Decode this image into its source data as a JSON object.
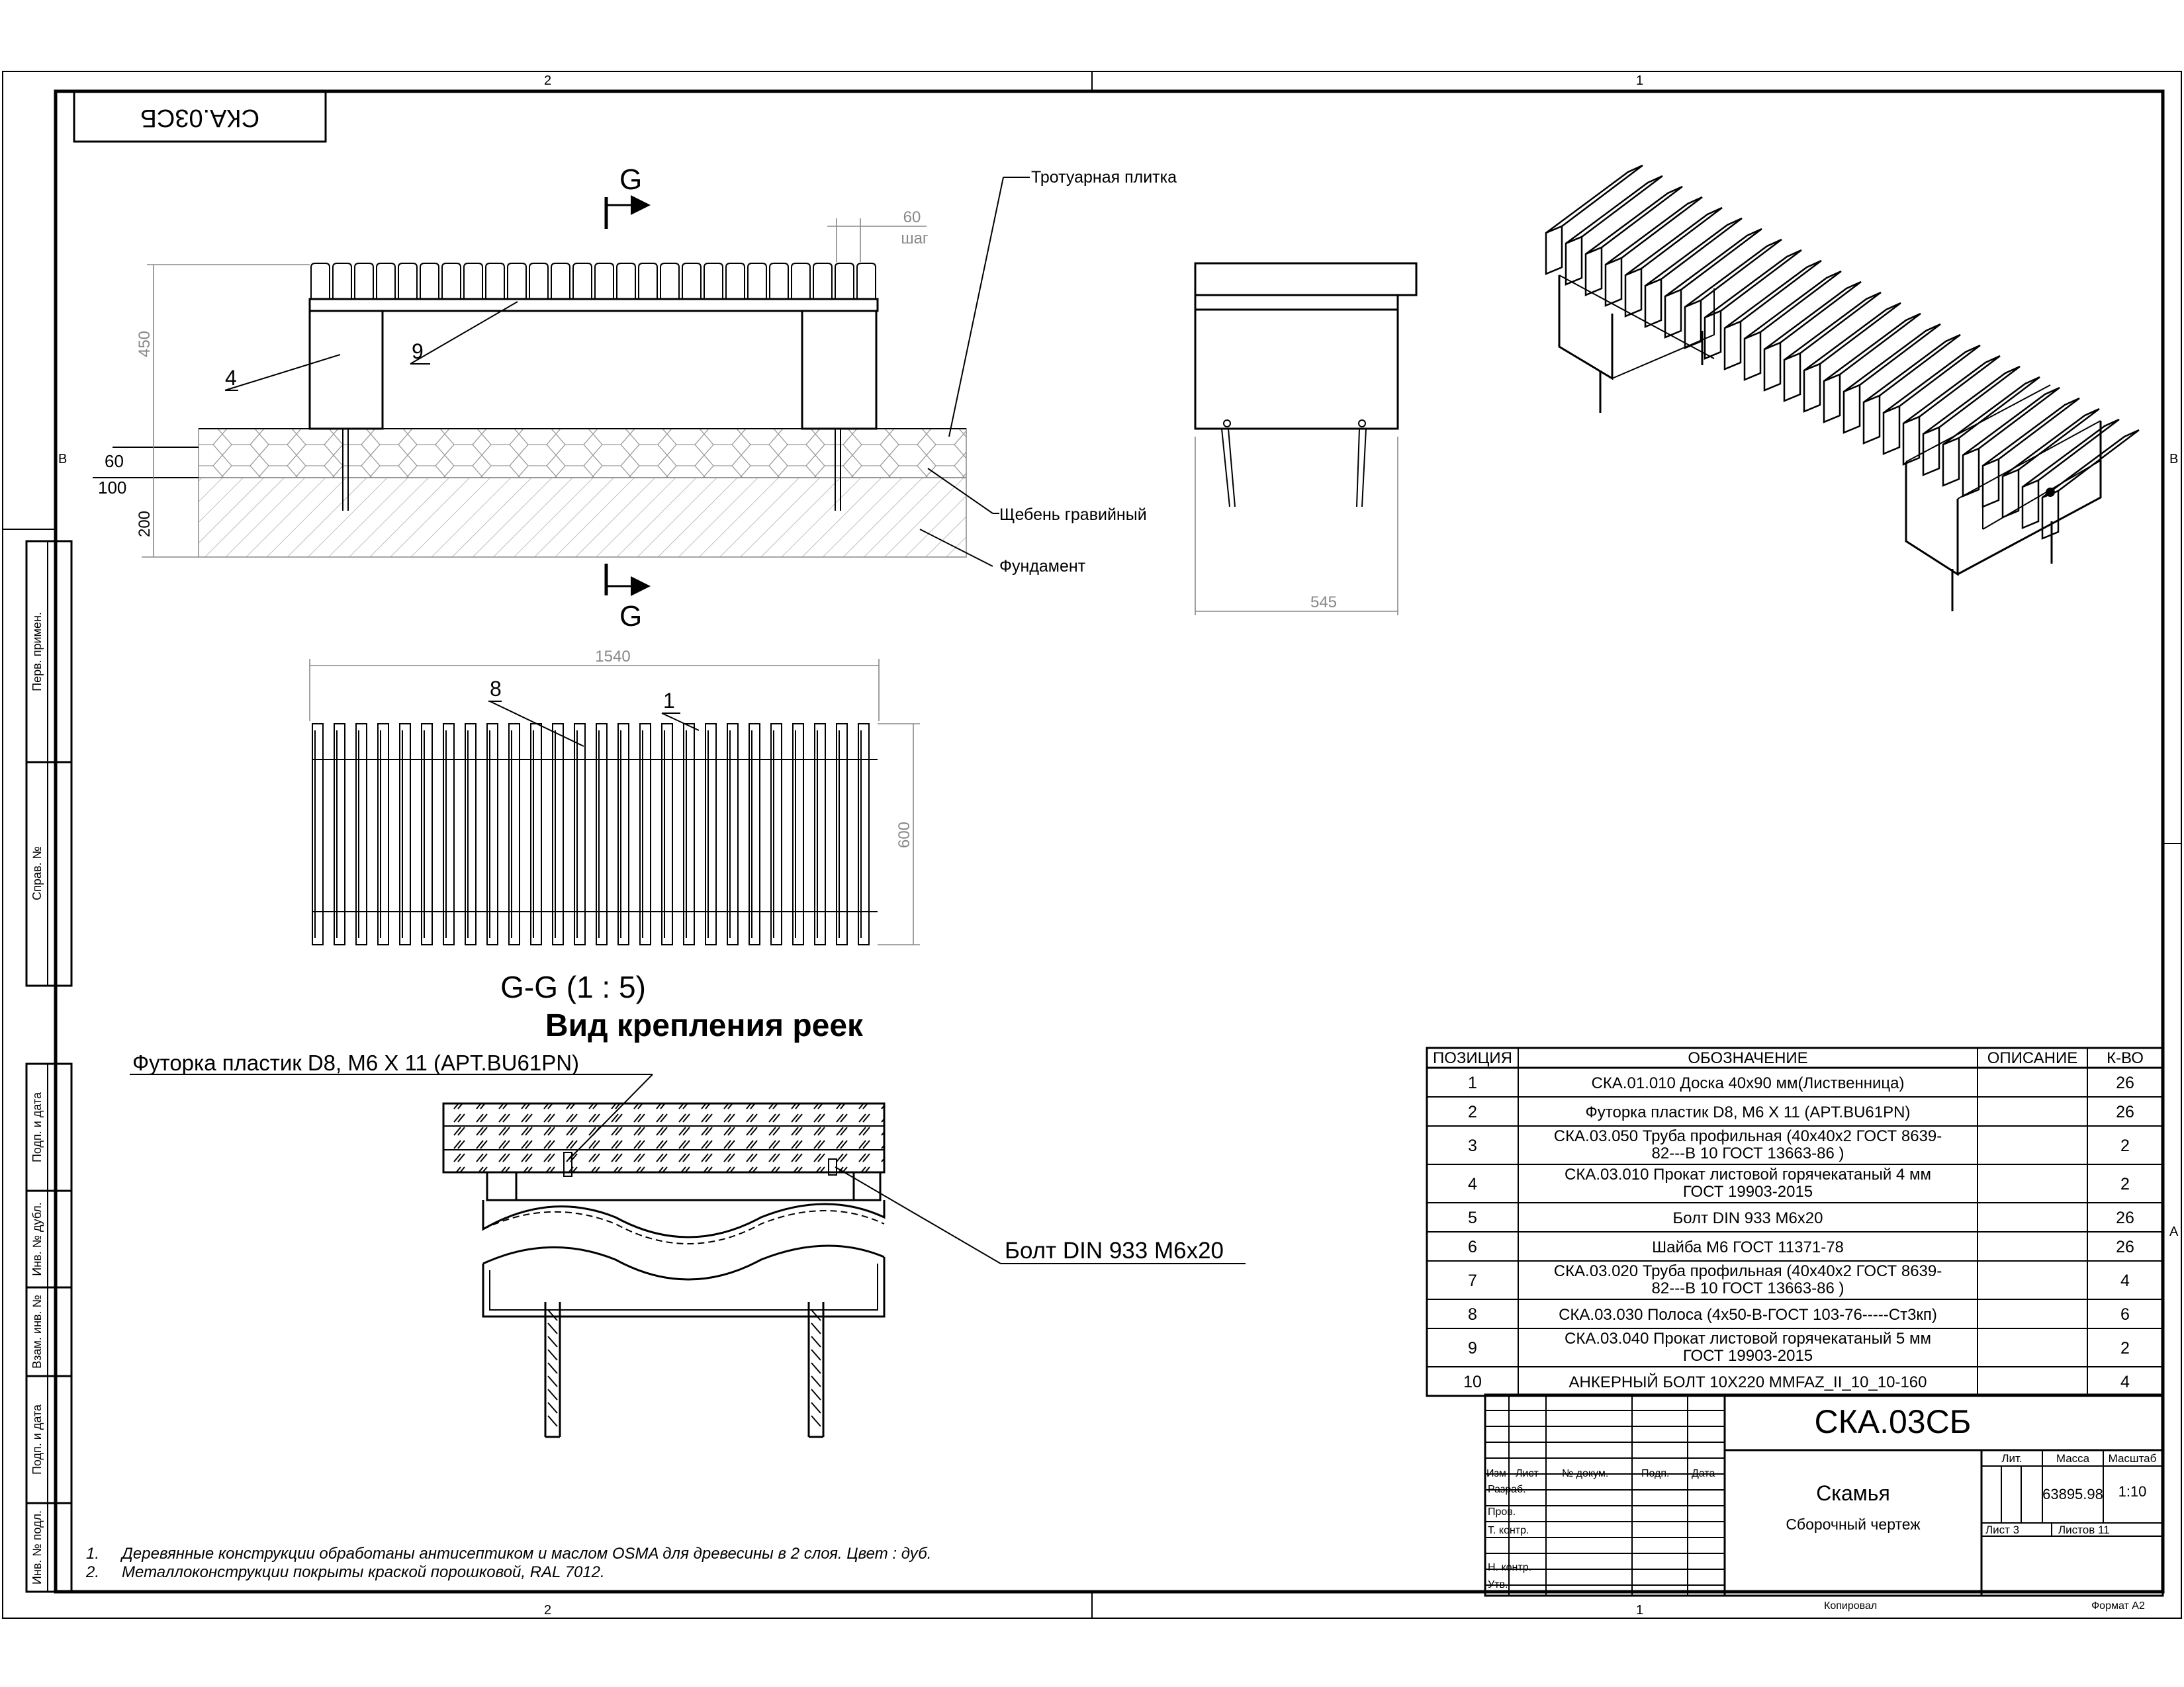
{
  "frame": {
    "zones_top": [
      "2",
      "1"
    ],
    "zones_bottom": [
      "2",
      "1"
    ],
    "zones_right": [
      "B",
      "A"
    ],
    "zones_left": [
      "B"
    ],
    "rotated_code": "СКА.03СБ"
  },
  "side_strip": {
    "labels": [
      "Перв. примен.",
      "Справ. №",
      "Подп. и дата",
      "Инв. № дубл.",
      "Взам. инв. №",
      "Подп. и дата",
      "Инв. № подл."
    ]
  },
  "front_view": {
    "section_letter_top": "G",
    "section_letter_bottom": "G",
    "dim_height": "450",
    "dim_step": "60",
    "dim_step_note": "шаг",
    "dim_60": "60",
    "dim_100": "100",
    "dim_200": "200",
    "pos_4": "4",
    "pos_9": "9",
    "leader_tile": "Тротуарная плитка",
    "leader_gravel": "Щебень гравийный",
    "leader_foundation": "Фундамент"
  },
  "side_view": {
    "dim_width": "545"
  },
  "top_view": {
    "dim_length": "1540",
    "dim_depth": "600",
    "pos_8": "8",
    "pos_1": "1"
  },
  "section": {
    "title": "G-G (1 : 5)",
    "subtitle": "Вид крепления реек",
    "label_insert": "Футорка пластик D8, M6 X 11 (APT.BU61PN)",
    "label_bolt": "Болт DIN 933 M6x20"
  },
  "notes": [
    {
      "num": "1.",
      "text": "Деревянные конструкции обработаны антисептиком и маслом OSMA для древесины в 2 слоя. Цвет : дуб."
    },
    {
      "num": "2.",
      "text": "Металлоконструкции покрыты краской порошковой, RAL 7012."
    }
  ],
  "bom": {
    "headers": [
      "ПОЗИЦИЯ",
      "ОБОЗНАЧЕНИЕ",
      "ОПИСАНИЕ",
      "К-ВО"
    ],
    "rows": [
      {
        "pos": "1",
        "name": "СКА.01.010 Доска 40x90 мм(Лиственница)",
        "desc": "",
        "qty": "26"
      },
      {
        "pos": "2",
        "name": "Футорка пластик D8, M6 X 11 (APT.BU61PN)",
        "desc": "",
        "qty": "26"
      },
      {
        "pos": "3",
        "name": "СКА.03.050 Труба профильная  (40x40x2 ГОСТ 8639-\n82---В 10 ГОСТ 13663-86 )",
        "desc": "",
        "qty": "2"
      },
      {
        "pos": "4",
        "name": "СКА.03.010 Прокат листовой горячекатаный 4 мм\nГОСТ 19903-2015",
        "desc": "",
        "qty": "2"
      },
      {
        "pos": "5",
        "name": "Болт DIN 933 M6x20",
        "desc": "",
        "qty": "26"
      },
      {
        "pos": "6",
        "name": "Шайба М6 ГОСТ 11371-78",
        "desc": "",
        "qty": "26"
      },
      {
        "pos": "7",
        "name": "СКА.03.020 Труба профильная  (40x40x2 ГОСТ 8639-\n82---В 10 ГОСТ 13663-86 )",
        "desc": "",
        "qty": "4"
      },
      {
        "pos": "8",
        "name": "СКА.03.030 Полоса (4x50-В-ГОСТ 103-76-----Ст3кп)",
        "desc": "",
        "qty": "6"
      },
      {
        "pos": "9",
        "name": "СКА.03.040 Прокат листовой горячекатаный 5 мм\nГОСТ 19903-2015",
        "desc": "",
        "qty": "2"
      },
      {
        "pos": "10",
        "name": "АНКЕРНЫЙ БОЛТ 10X220 MMFAZ_II_10_10-160",
        "desc": "",
        "qty": "4"
      }
    ]
  },
  "title_block": {
    "code": "СКА.03СБ",
    "name": "Скамья",
    "doc_type": "Сборочный чертеж",
    "col_izm": "Изм",
    "col_list": "Лист",
    "col_doc": "№ докум.",
    "col_sign": "Подп.",
    "col_date": "Дата",
    "row_razrab": "Разраб.",
    "row_prov": "Пров.",
    "row_tkontr": "Т. контр.",
    "row_nkontr": "Н. контр.",
    "row_utv": "Утв.",
    "lit_label": "Лит.",
    "mass_label": "Масса",
    "scale_label": "Масштаб",
    "mass_value": "63895.98",
    "scale_value": "1:10",
    "sheet": "Лист 3",
    "sheets": "Листов 11",
    "copied": "Копировал",
    "format": "Формат A2"
  }
}
